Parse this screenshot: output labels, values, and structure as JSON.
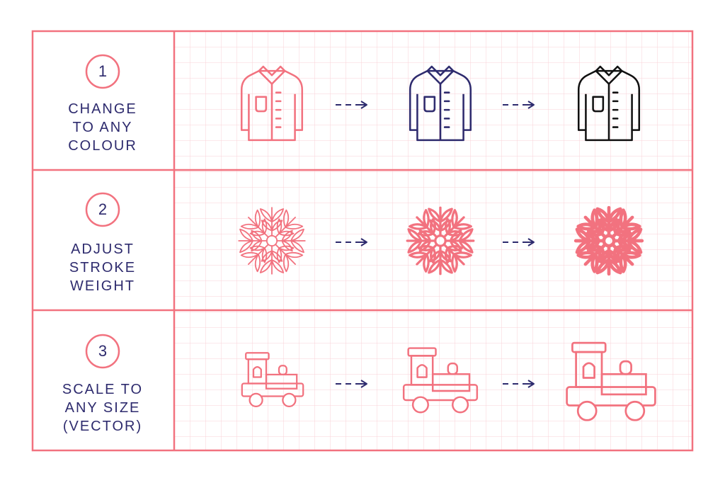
{
  "colors": {
    "accent": "#f2727f",
    "grid": "#f9d2d7",
    "navy": "#2e2b6e",
    "black": "#111111",
    "background": "#ffffff"
  },
  "rows": [
    {
      "number": "1",
      "label_lines": [
        "CHANGE",
        "TO ANY",
        "COLOUR"
      ],
      "icon": "shirt-icon",
      "variant_colors": [
        "#f2727f",
        "#2e2b6e",
        "#111111"
      ]
    },
    {
      "number": "2",
      "label_lines": [
        "ADJUST",
        "STROKE",
        "WEIGHT"
      ],
      "icon": "snowflake-icon",
      "variant_strokes": [
        "thin",
        "medium",
        "thick"
      ]
    },
    {
      "number": "3",
      "label_lines": [
        "SCALE TO",
        "ANY SIZE",
        "(VECTOR)"
      ],
      "icon": "toy-train-icon",
      "variant_sizes": [
        "small",
        "medium",
        "large"
      ]
    }
  ],
  "arrow_icon": "dashed-arrow-icon"
}
